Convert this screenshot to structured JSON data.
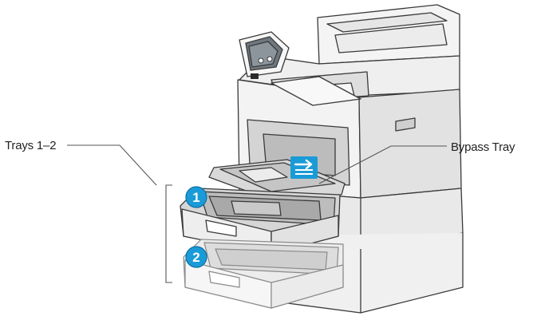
{
  "callouts": {
    "trays_label": "Trays 1–2",
    "bypass_label": "Bypass Tray",
    "tray1_number": "1",
    "tray2_number": "2"
  },
  "colors": {
    "badge_fill": "#1a9bd7",
    "badge_stroke": "#0b6fa3",
    "bypass_icon": "#1a9bd7",
    "outline": "#3a3a3a",
    "body_light": "#f2f2f2",
    "body_mid": "#dcdcdc",
    "tray2_fill": "#e8e8e8"
  },
  "icons": {
    "bypass_tray_icon": "paper-feed-arrow-icon"
  }
}
